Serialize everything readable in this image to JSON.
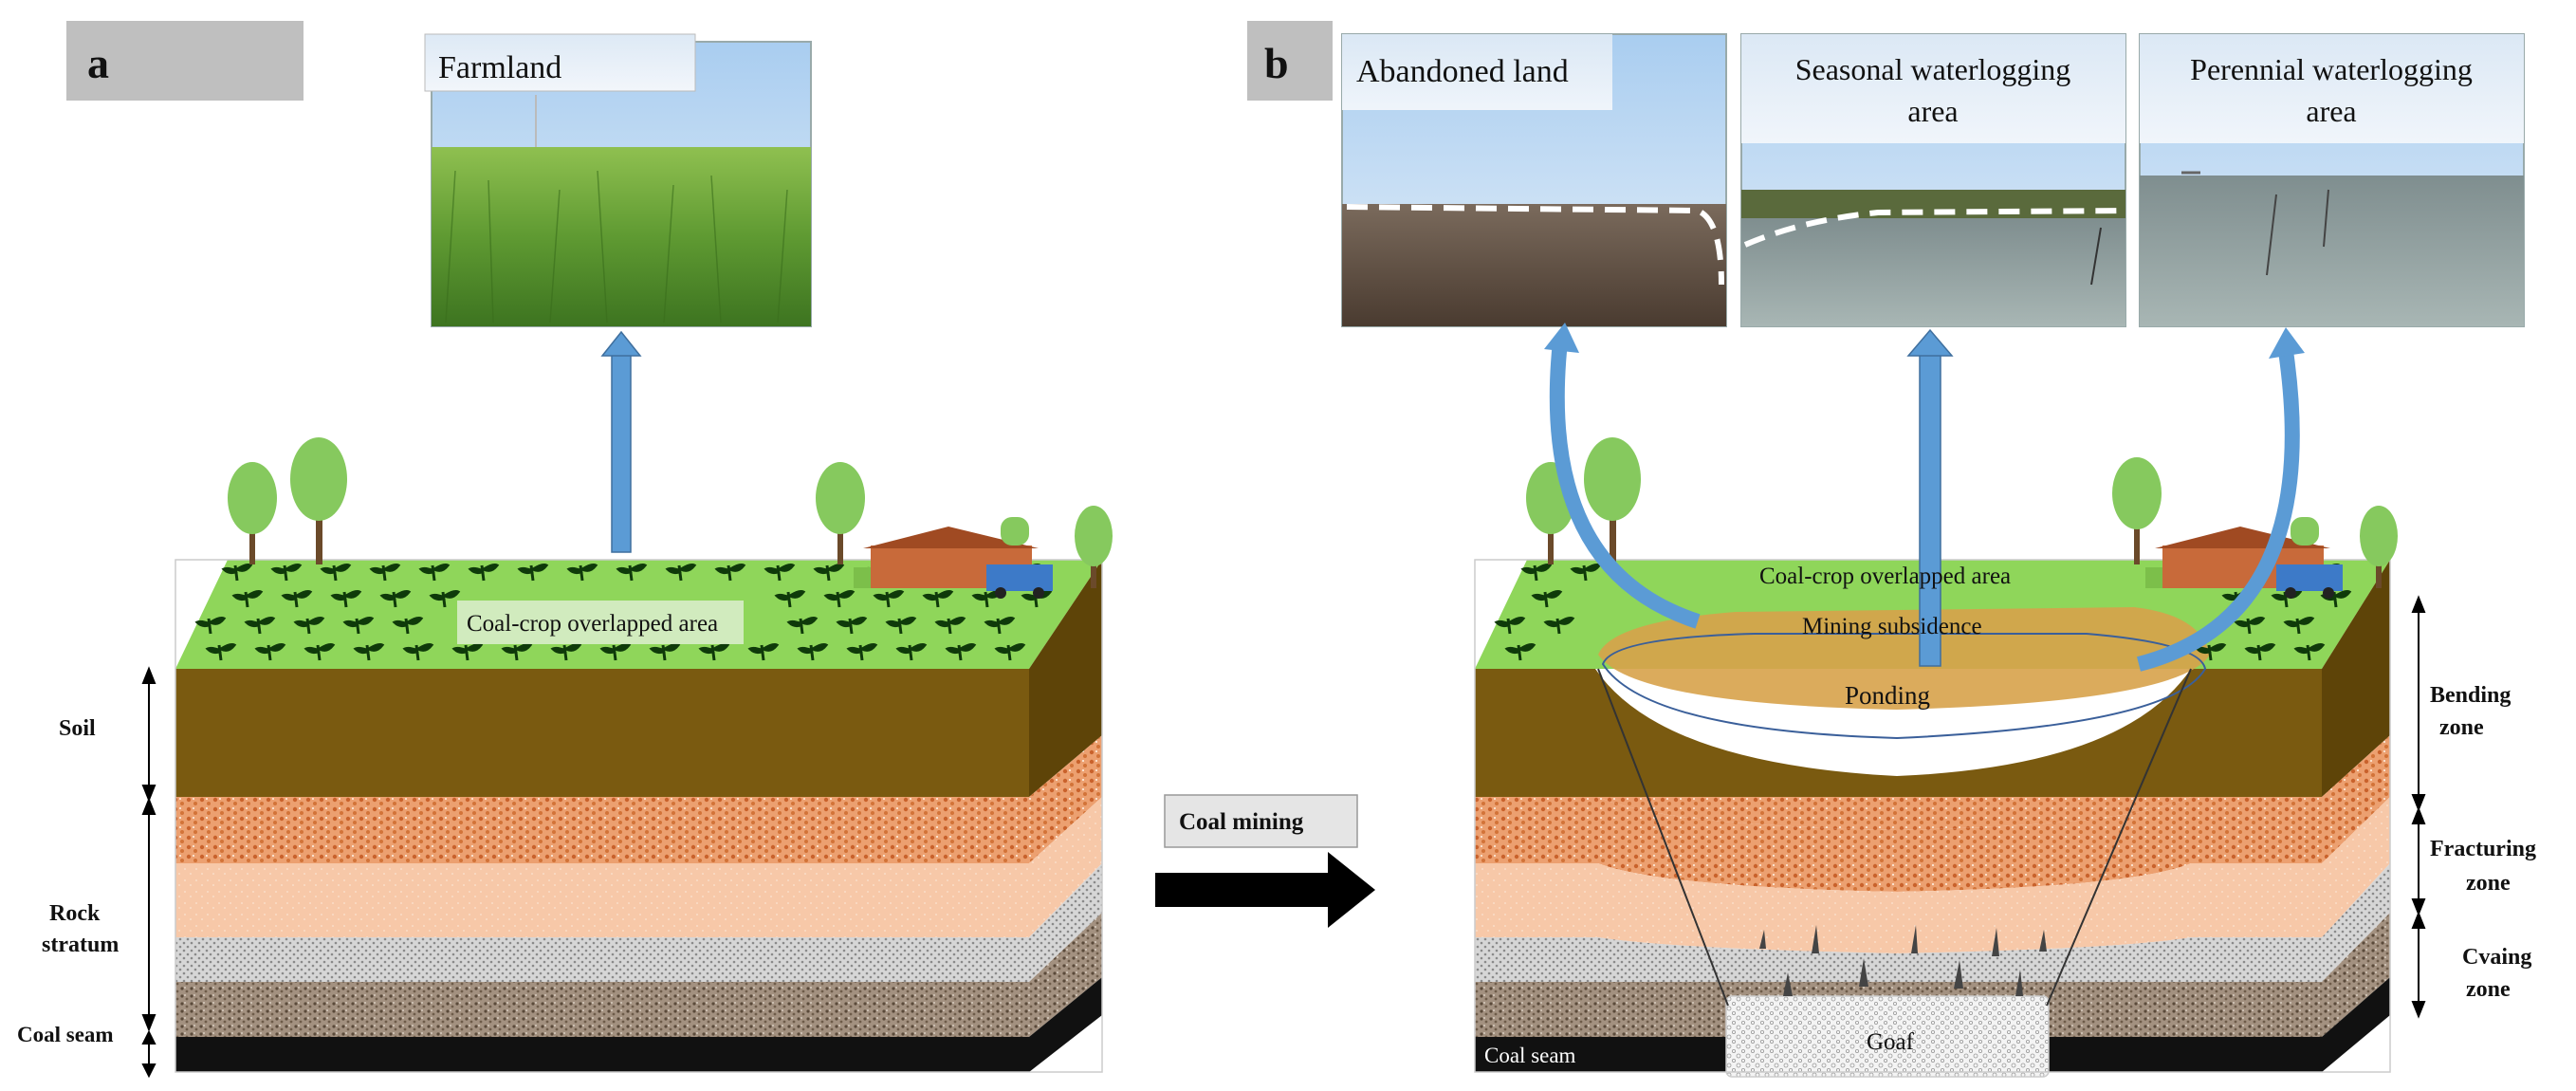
{
  "panel_a": {
    "label": "a",
    "photo_caption": "Farmland",
    "overlap_label": "Coal-crop overlapped area",
    "side_labels": {
      "soil": "Soil",
      "rock_line1": "Rock",
      "rock_line2": "stratum",
      "coal_seam": "Coal seam"
    }
  },
  "transition": {
    "label": "Coal mining"
  },
  "panel_b": {
    "label": "b",
    "photos": [
      {
        "caption_line1": "Abandoned land",
        "caption_line2": ""
      },
      {
        "caption_line1": "Seasonal waterlogging",
        "caption_line2": "area"
      },
      {
        "caption_line1": "Perennial waterlogging",
        "caption_line2": "area"
      }
    ],
    "overlap_label": "Coal-crop overlapped area",
    "subsidence_label": "Mining subsidence",
    "ponding_label": "Ponding",
    "goaf_label": "Goaf",
    "coal_seam_label": "Coal seam",
    "zones": [
      {
        "line1": "Bending",
        "line2": "zone"
      },
      {
        "line1": "Fracturing",
        "line2": "zone"
      },
      {
        "line1": "Cvaing",
        "line2": "zone"
      }
    ]
  },
  "colors": {
    "grass": "#8fd65a",
    "soil": "#7a5a10",
    "soil_side": "#5e4408",
    "orange_rock": "#e8955e",
    "pink_rock": "#f6c6a4",
    "gray_rock": "#c7c7c7",
    "brown_rock": "#9b8a78",
    "coal": "#111111",
    "water": "#a9cdea",
    "subsidence": "#d7a24a",
    "arrow_blue": "#5b9bd5",
    "label_box": "#bfbfbf"
  }
}
